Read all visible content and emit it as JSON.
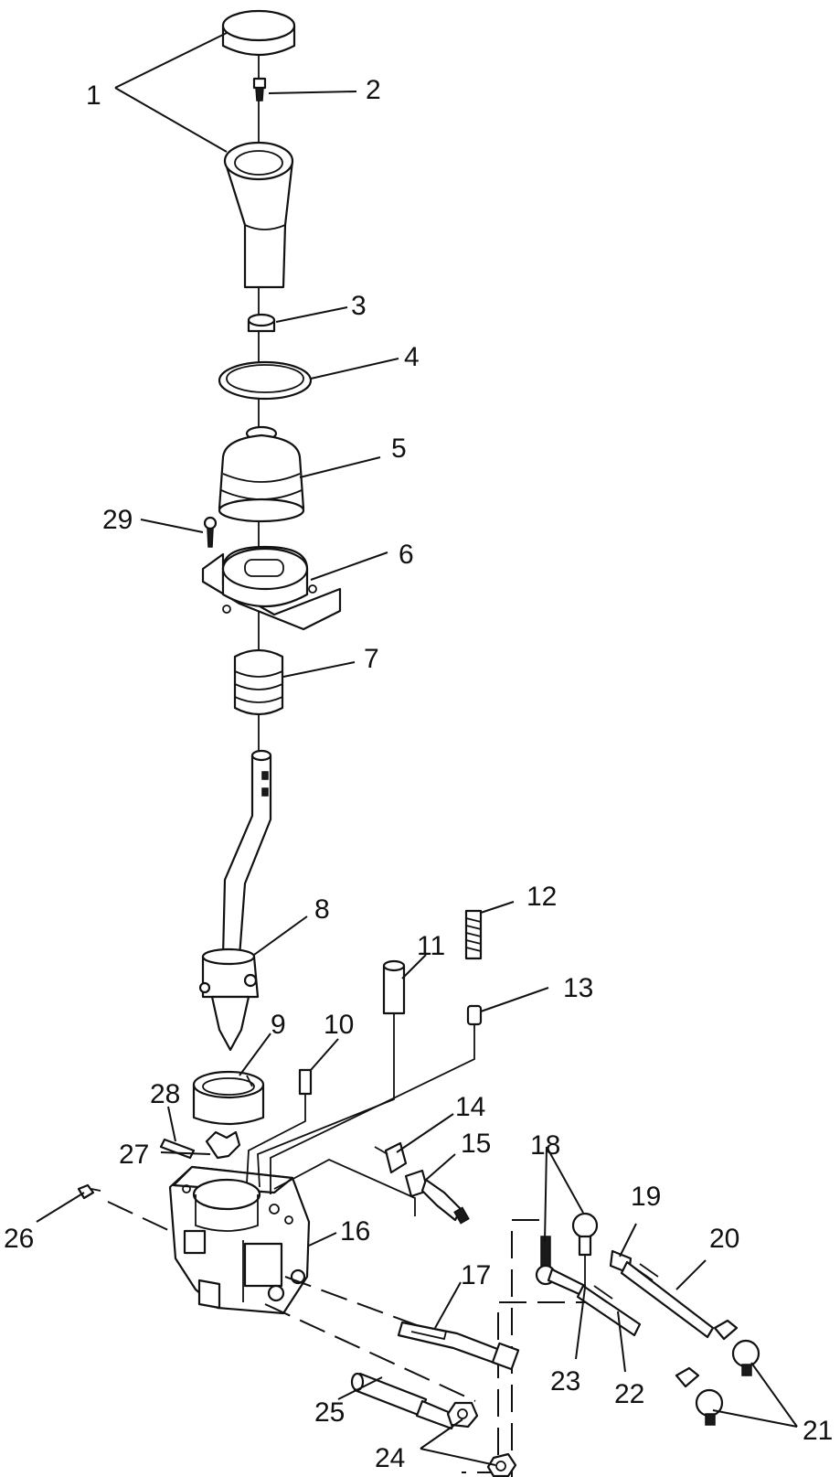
{
  "callouts": [
    {
      "id": "1",
      "text": "1"
    },
    {
      "id": "2",
      "text": "2"
    },
    {
      "id": "3",
      "text": "3"
    },
    {
      "id": "4",
      "text": "4"
    },
    {
      "id": "5",
      "text": "5"
    },
    {
      "id": "6",
      "text": "6"
    },
    {
      "id": "7",
      "text": "7"
    },
    {
      "id": "8",
      "text": "8"
    },
    {
      "id": "9",
      "text": "9"
    },
    {
      "id": "10",
      "text": "10"
    },
    {
      "id": "11",
      "text": "11"
    },
    {
      "id": "12",
      "text": "12"
    },
    {
      "id": "13",
      "text": "13"
    },
    {
      "id": "14",
      "text": "14"
    },
    {
      "id": "15",
      "text": "15"
    },
    {
      "id": "16",
      "text": "16"
    },
    {
      "id": "17",
      "text": "17"
    },
    {
      "id": "18",
      "text": "18"
    },
    {
      "id": "19",
      "text": "19"
    },
    {
      "id": "20",
      "text": "20"
    },
    {
      "id": "21",
      "text": "21"
    },
    {
      "id": "22",
      "text": "22"
    },
    {
      "id": "23",
      "text": "23"
    },
    {
      "id": "24",
      "text": "24"
    },
    {
      "id": "25",
      "text": "25"
    },
    {
      "id": "26",
      "text": "26"
    },
    {
      "id": "27",
      "text": "27"
    },
    {
      "id": "28",
      "text": "28"
    },
    {
      "id": "29",
      "text": "29"
    }
  ]
}
